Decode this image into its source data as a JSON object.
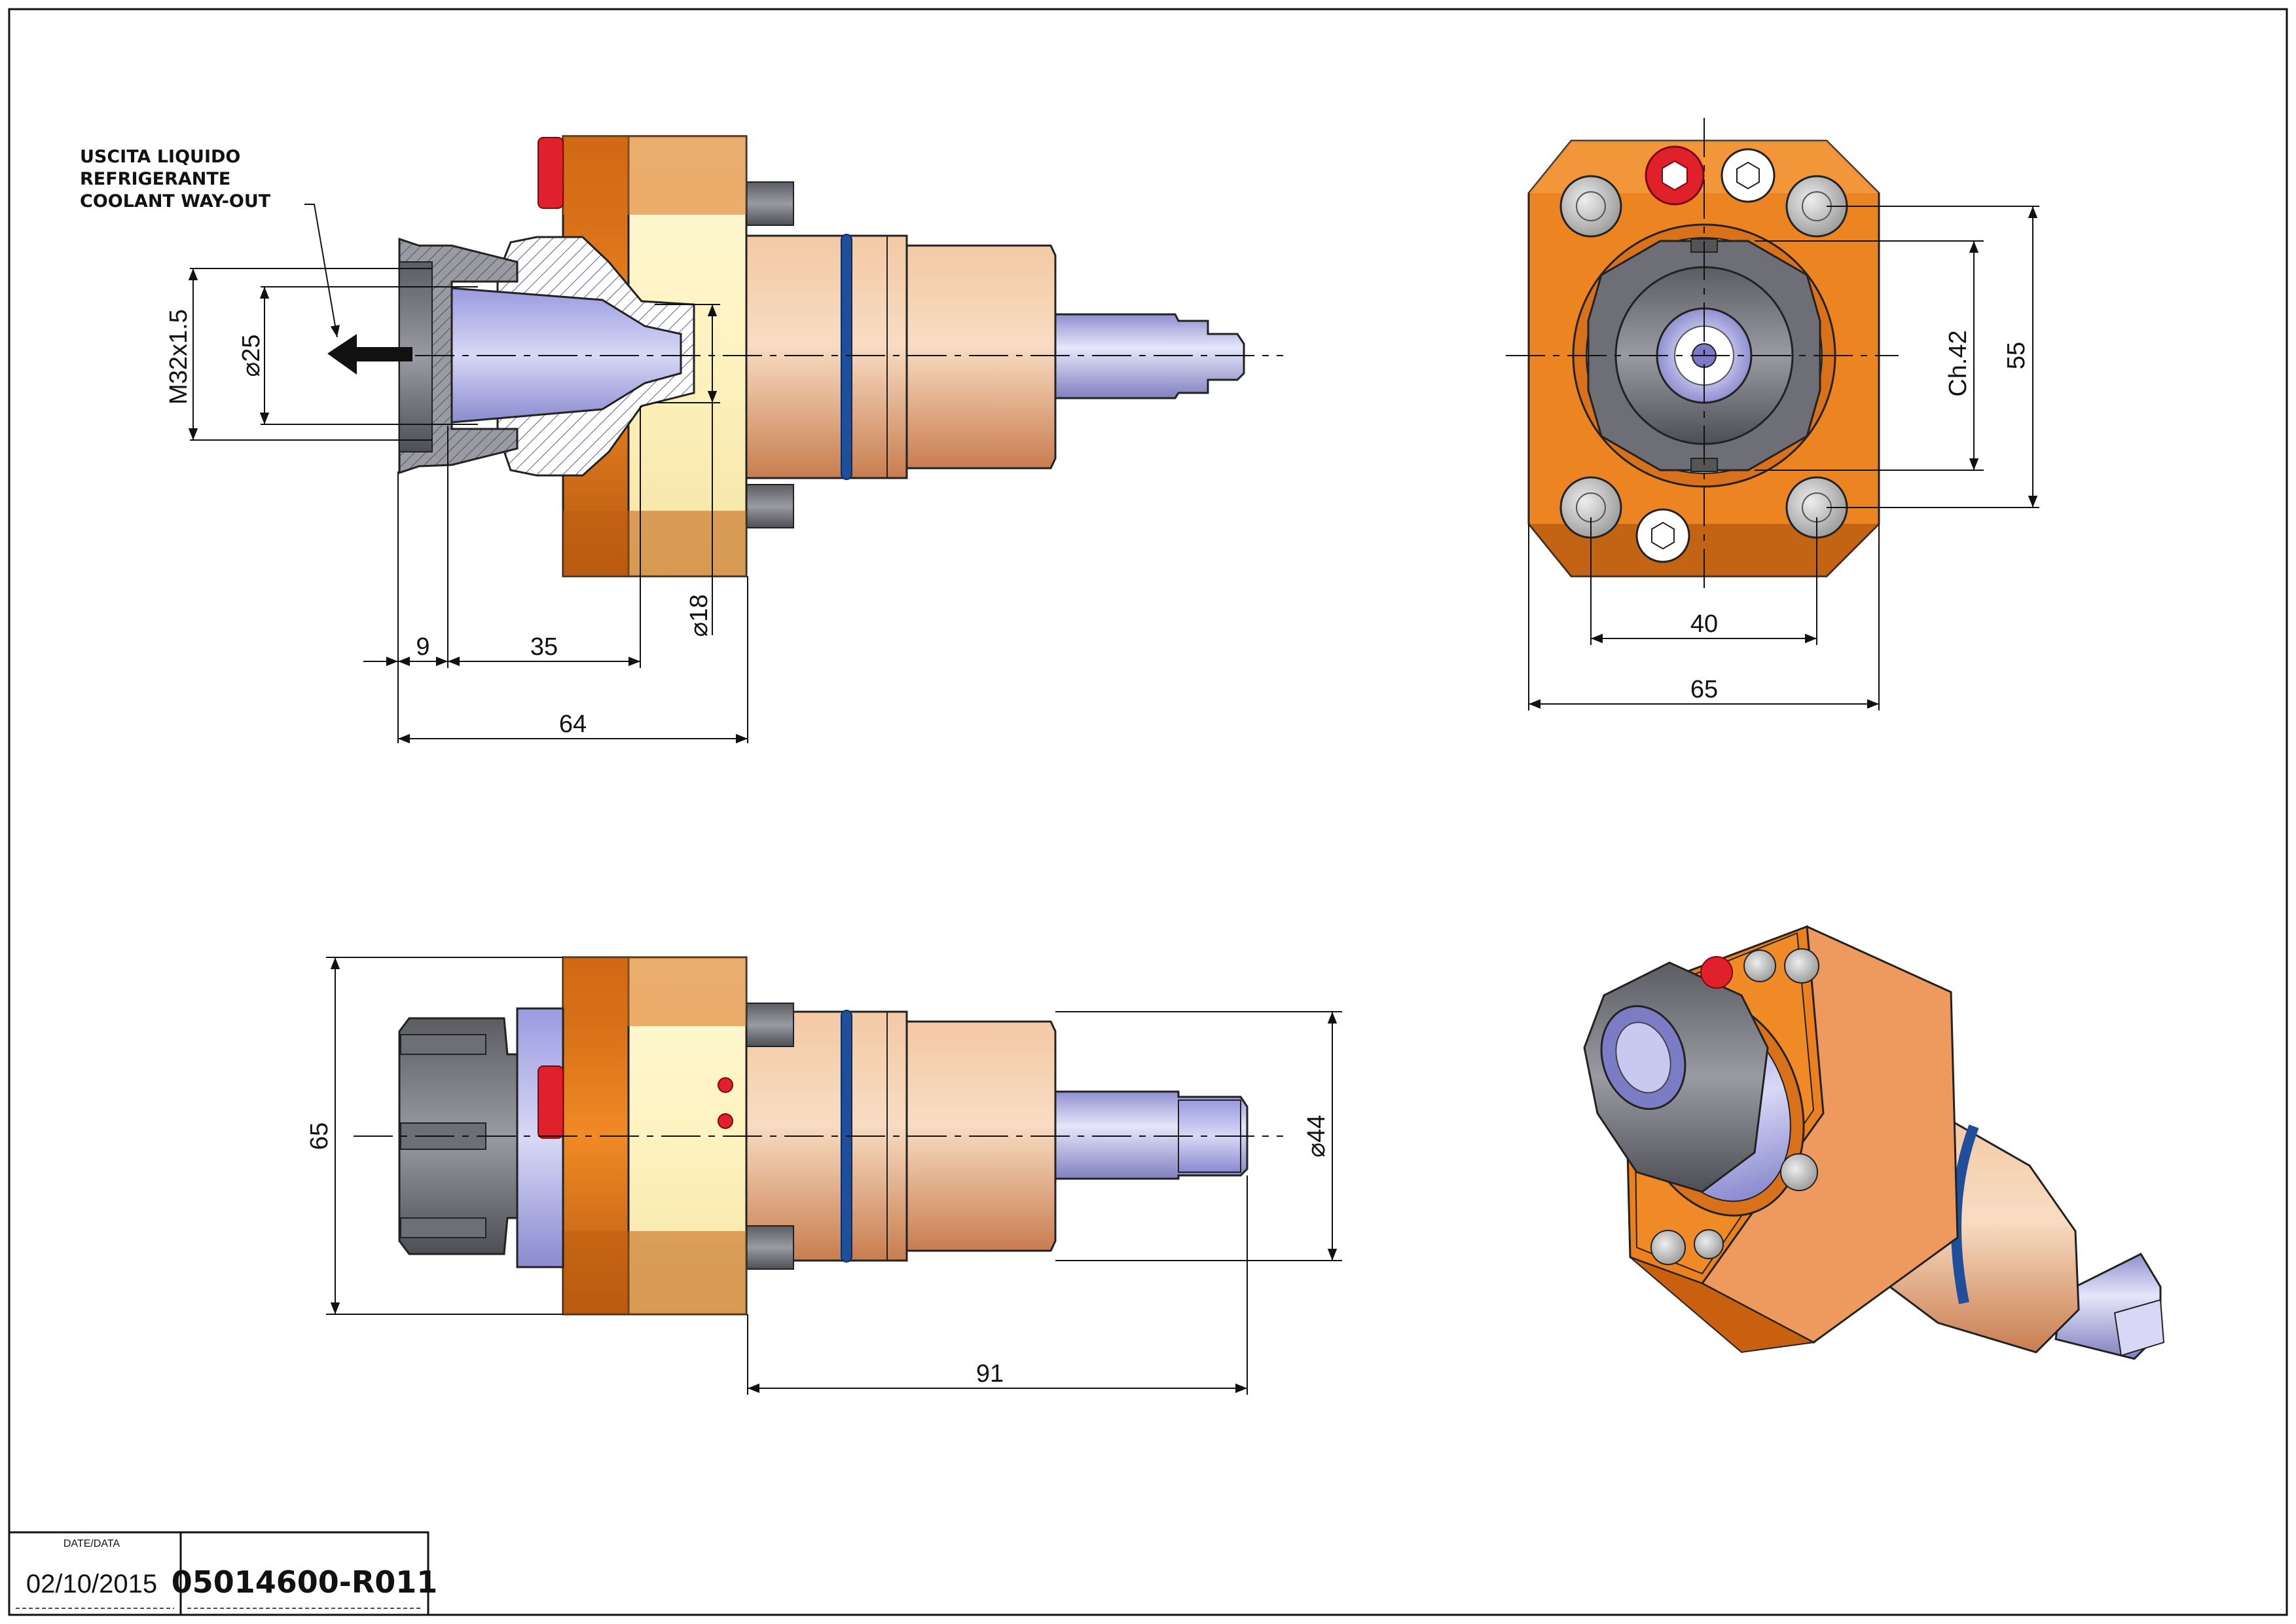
{
  "note": {
    "lines": [
      "USCITA LIQUIDO",
      "REFRIGERANTE",
      "COOLANT WAY-OUT"
    ]
  },
  "dimensions": {
    "thread": "M32x1.5",
    "dia25": "⌀25",
    "dia18": "⌀18",
    "len9": "9",
    "len35": "35",
    "len64": "64",
    "ch42": "Ch.42",
    "h55": "55",
    "w40": "40",
    "w65_front": "65",
    "h65_side": "65",
    "dia44": "⌀44",
    "len91": "91"
  },
  "title_block": {
    "date_label": "DATE/DATA",
    "date": "02/10/2015",
    "code": "05014600-R011"
  },
  "colors": {
    "orange": "#e07a1c",
    "orange_dark": "#b4560e",
    "cream": "#fdf3c0",
    "copper": "#e8a070",
    "steel": "#7d7d85",
    "shaft": "#a8a8e0",
    "red": "#e0202a",
    "oring": "#1f4f9a"
  }
}
